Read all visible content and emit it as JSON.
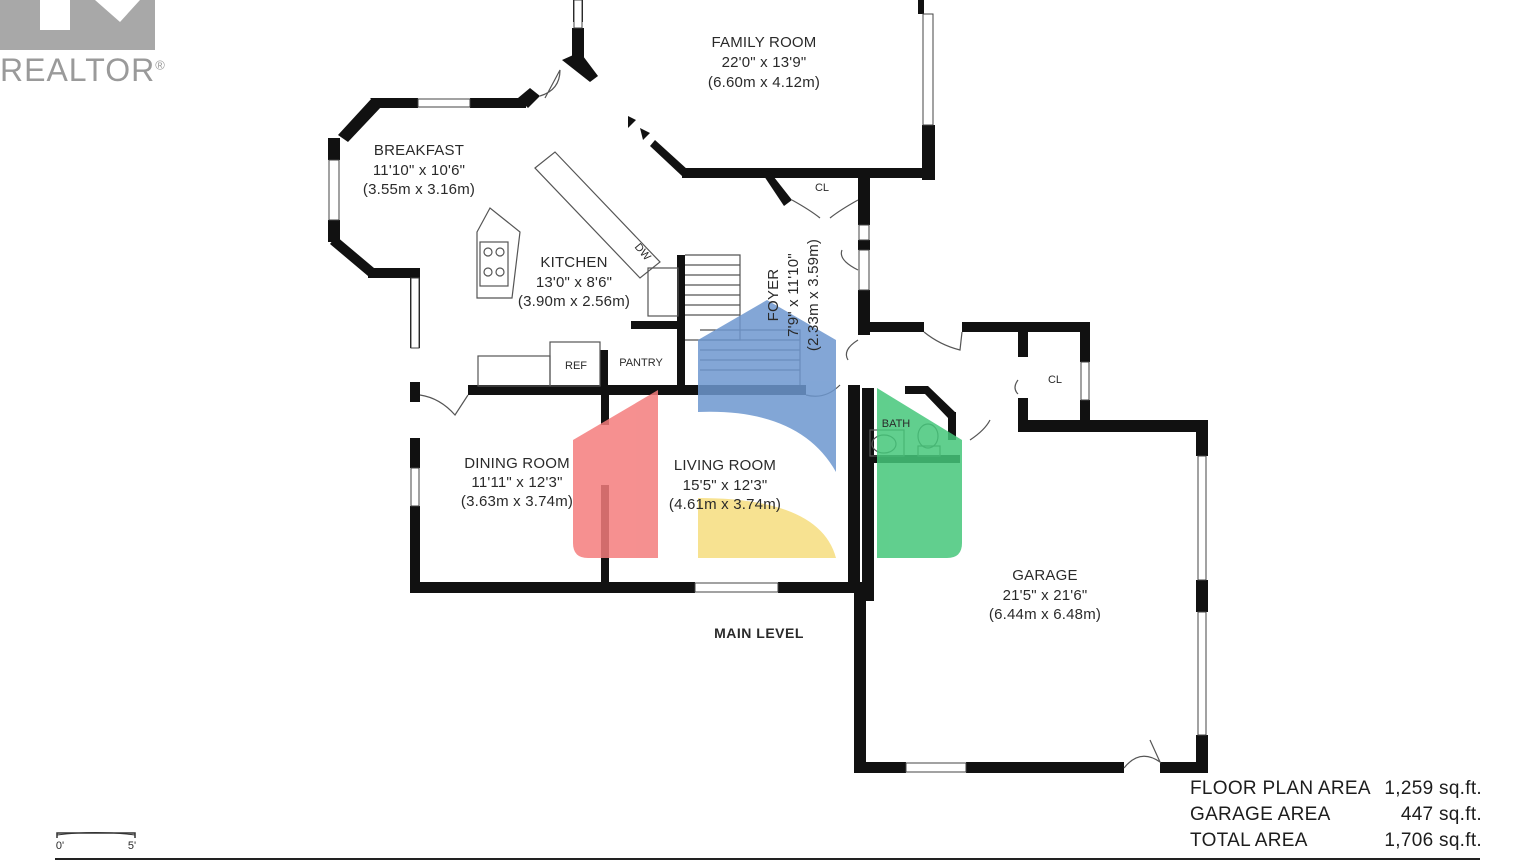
{
  "logo": {
    "text": "REALTOR",
    "mark": "®"
  },
  "rooms": {
    "family_room": {
      "name": "FAMILY ROOM",
      "imperial": "22'0\" x 13'9\"",
      "metric": "(6.60m x 4.12m)"
    },
    "breakfast": {
      "name": "BREAKFAST",
      "imperial": "11'10\" x 10'6\"",
      "metric": "(3.55m x 3.16m)"
    },
    "kitchen": {
      "name": "KITCHEN",
      "imperial": "13'0\" x 8'6\"",
      "metric": "(3.90m x 2.56m)"
    },
    "foyer": {
      "name": "FOYER",
      "imperial": "7'9\" x 11'10\"",
      "metric": "(2.33m x 3.59m)"
    },
    "dining_room": {
      "name": "DINING ROOM",
      "imperial": "11'11\" x 12'3\"",
      "metric": "(3.63m x 3.74m)"
    },
    "living_room": {
      "name": "LIVING ROOM",
      "imperial": "15'5\" x 12'3\"",
      "metric": "(4.61m x 3.74m)"
    },
    "garage": {
      "name": "GARAGE",
      "imperial": "21'5\" x 21'6\"",
      "metric": "(6.44m x 6.48m)"
    }
  },
  "small_labels": {
    "cl1": "CL",
    "cl2": "CL",
    "dw": "DW",
    "ref": "REF",
    "pantry": "PANTRY",
    "bath": "BATH"
  },
  "level_title": "MAIN LEVEL",
  "areas": [
    {
      "label": "FLOOR PLAN AREA",
      "value": "1,259 sq.ft."
    },
    {
      "label": "GARAGE AREA",
      "value": "447 sq.ft."
    },
    {
      "label": "TOTAL AREA",
      "value": "1,706 sq.ft."
    }
  ],
  "scale": {
    "start": "0'",
    "end": "5'"
  },
  "watermark_colors": {
    "red": "#f47d7d",
    "blue": "#6d97cf",
    "yellow": "#f6de7e",
    "green": "#45c77a"
  }
}
